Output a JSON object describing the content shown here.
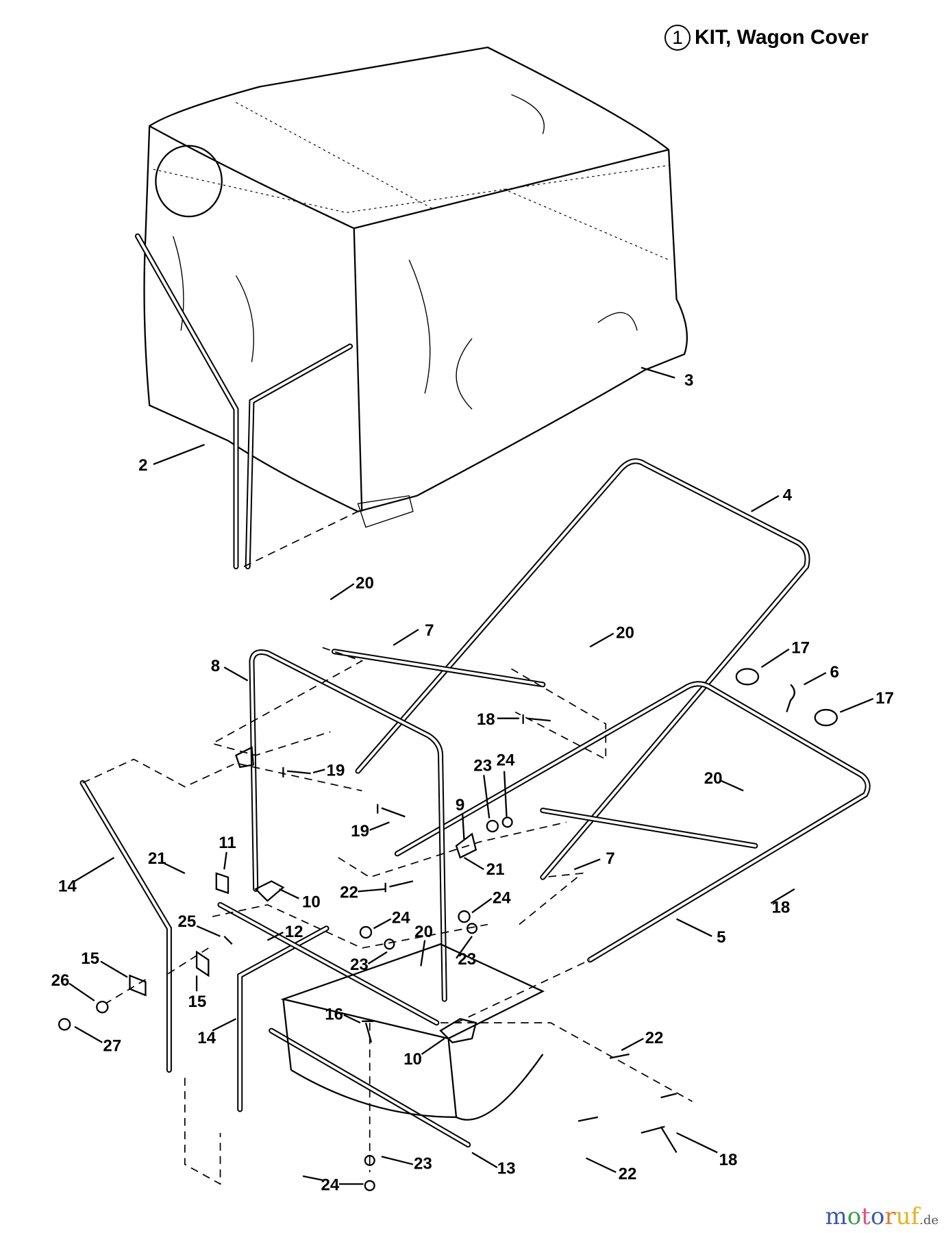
{
  "title": {
    "number": "1",
    "text": "KIT, Wagon Cover"
  },
  "watermark": {
    "letters": [
      "m",
      "o",
      "t",
      "o",
      "r",
      "u",
      "f"
    ],
    "suffix": ".de",
    "colors": [
      "#3a5aa8",
      "#3aa04a",
      "#e0508a",
      "#3a5aa8",
      "#e07a2a",
      "#e8b020"
    ]
  },
  "callouts": [
    "2",
    "3",
    "4",
    "20",
    "7",
    "20",
    "8",
    "17",
    "6",
    "17",
    "18",
    "19",
    "23",
    "24",
    "9",
    "20",
    "19",
    "7",
    "21",
    "11",
    "14",
    "21",
    "10",
    "22",
    "24",
    "18",
    "25",
    "24",
    "12",
    "5",
    "20",
    "15",
    "23",
    "23",
    "15",
    "26",
    "27",
    "14",
    "16",
    "22",
    "10",
    "18",
    "23",
    "13",
    "22",
    "24"
  ]
}
